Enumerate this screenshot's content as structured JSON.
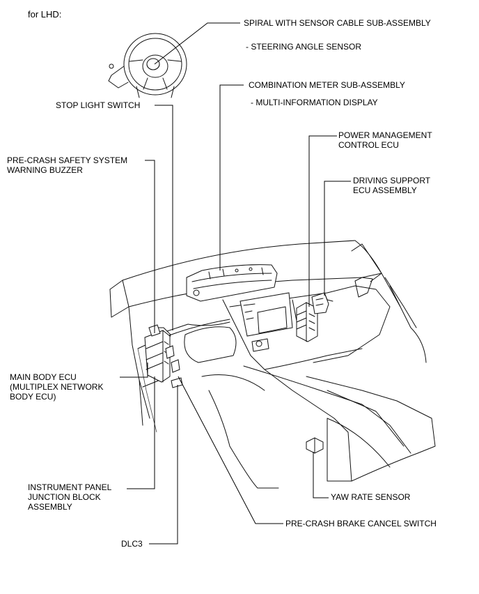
{
  "caption": "for LHD:",
  "labels": {
    "spiral": "SPIRAL WITH SENSOR CABLE SUB-ASSEMBLY",
    "steering_angle": "- STEERING ANGLE SENSOR",
    "combination_meter": "COMBINATION METER SUB-ASSEMBLY",
    "multi_info": "- MULTI-INFORMATION DISPLAY",
    "stop_light": "STOP LIGHT SWITCH",
    "power_mgmt_1": "POWER MANAGEMENT",
    "power_mgmt_2": "CONTROL ECU",
    "driving_support_1": "DRIVING SUPPORT",
    "driving_support_2": "ECU ASSEMBLY",
    "buzzer_1": "PRE-CRASH SAFETY SYSTEM",
    "buzzer_2": "WARNING BUZZER",
    "main_body_1": "MAIN BODY ECU",
    "main_body_2": "(MULTIPLEX NETWORK",
    "main_body_3": "BODY ECU)",
    "ip_jb_1": "INSTRUMENT PANEL",
    "ip_jb_2": "JUNCTION BLOCK",
    "ip_jb_3": "ASSEMBLY",
    "yaw_rate": "YAW RATE SENSOR",
    "brake_cancel": "PRE-CRASH BRAKE CANCEL SWITCH",
    "dlc3": "DLC3"
  }
}
